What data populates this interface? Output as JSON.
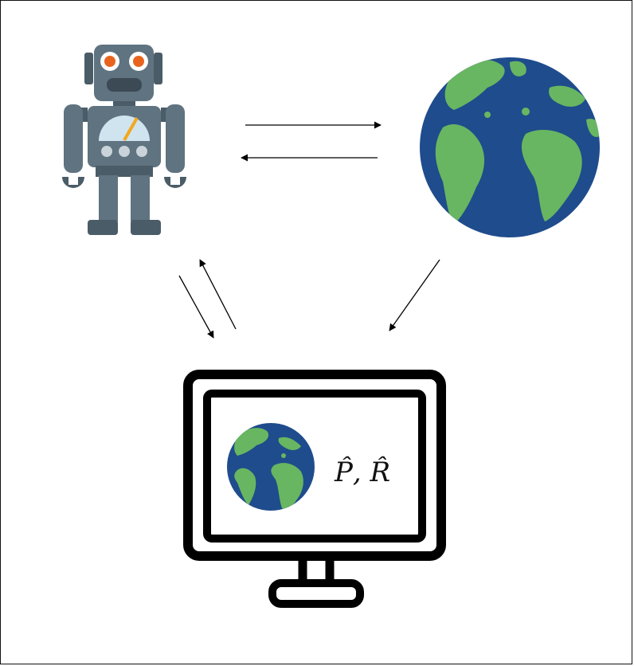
{
  "diagram": {
    "nodes": [
      {
        "id": "agent",
        "icon": "robot-icon"
      },
      {
        "id": "environment",
        "icon": "earth-globe-icon"
      },
      {
        "id": "simulator",
        "icon": "computer-monitor-icon"
      }
    ],
    "edges": [
      {
        "from": "agent",
        "to": "environment"
      },
      {
        "from": "environment",
        "to": "agent"
      },
      {
        "from": "agent",
        "to": "simulator"
      },
      {
        "from": "simulator",
        "to": "agent"
      },
      {
        "from": "environment",
        "to": "simulator"
      }
    ],
    "model_label": "P̂, R̂"
  },
  "colors": {
    "robot_body": "#5f7380",
    "robot_dark": "#4a5c67",
    "robot_eye": "#e8641e",
    "robot_gauge": "#cfe4ee",
    "globe_ocean": "#1f4c8c",
    "globe_land": "#68b661",
    "monitor_frame": "#000000"
  }
}
